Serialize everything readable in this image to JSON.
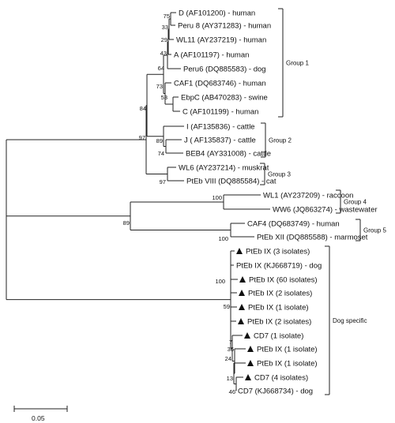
{
  "colors": {
    "ink": "#222222",
    "marker": "#111111",
    "background": "#ffffff"
  },
  "tips": [
    {
      "id": "t_d",
      "label": "D (AF101200) - human"
    },
    {
      "id": "t_peru8",
      "label": "Peru 8 (AY371283) -  human"
    },
    {
      "id": "t_wl11",
      "label": "WL11 (AY237219) - human"
    },
    {
      "id": "t_a",
      "label": "A (AF101197) - human"
    },
    {
      "id": "t_peru6",
      "label": "Peru6 (DQ885583) - dog"
    },
    {
      "id": "t_caf1",
      "label": "CAF1 (DQ683746) - human"
    },
    {
      "id": "t_ebpc",
      "label": "EbpC (AB470283) - swine"
    },
    {
      "id": "t_c",
      "label": "C (AF101199) - human"
    },
    {
      "id": "t_i",
      "label": "I (AF135836) - cattle"
    },
    {
      "id": "t_j",
      "label": "J ( AF135837) - cattle"
    },
    {
      "id": "t_beb4",
      "label": "BEB4 (AY331008) - cattle"
    },
    {
      "id": "t_wl6",
      "label": "WL6 (AY237214) - muskrat"
    },
    {
      "id": "t_ptebv8",
      "label": "PtEb VIII (DQ885584) - cat"
    },
    {
      "id": "t_wl1",
      "label": "WL1 (AY237209) - raccoon"
    },
    {
      "id": "t_wwv6",
      "label": "WW6 (JQ863274) - wastewater"
    },
    {
      "id": "t_caf4",
      "label": "CAF4 (DQ683749) - human"
    },
    {
      "id": "t_ptebxii",
      "label": "PtEb XII (DQ885588) - marmoset"
    },
    {
      "id": "t_ix3",
      "label": "PtEb IX (3 isolates)",
      "marker": true
    },
    {
      "id": "t_ixkj",
      "label": "PtEb IX (KJ668719) - dog"
    },
    {
      "id": "t_ix60",
      "label": "PtEb IX (60 isolates)",
      "marker": true
    },
    {
      "id": "t_ix2a",
      "label": "PtEb IX (2 isolates)",
      "marker": true
    },
    {
      "id": "t_ix1a",
      "label": "PtEb IX (1 isolate)",
      "marker": true
    },
    {
      "id": "t_ix2b",
      "label": "PtEb IX (2 isolates)",
      "marker": true
    },
    {
      "id": "t_cd7a",
      "label": "CD7 (1 isolate)",
      "marker": true
    },
    {
      "id": "t_ix1b",
      "label": "PtEb IX (1 isolate)",
      "marker": true
    },
    {
      "id": "t_ix1c",
      "label": "PtEb IX (1 isolate)",
      "marker": true
    },
    {
      "id": "t_cd7b",
      "label": "CD7 (4 isolates)",
      "marker": true
    },
    {
      "id": "t_cd7kj",
      "label": "CD7 (KJ668734) - dog"
    }
  ],
  "bootstrap": [
    {
      "id": "b75",
      "value": "75"
    },
    {
      "id": "b33",
      "value": "33"
    },
    {
      "id": "b29",
      "value": "29"
    },
    {
      "id": "b43",
      "value": "43"
    },
    {
      "id": "b64",
      "value": "64"
    },
    {
      "id": "b73",
      "value": "73"
    },
    {
      "id": "b53",
      "value": "53"
    },
    {
      "id": "b84",
      "value": "84"
    },
    {
      "id": "b97a",
      "value": "97"
    },
    {
      "id": "b89a",
      "value": "89"
    },
    {
      "id": "b74",
      "value": "74"
    },
    {
      "id": "b97b",
      "value": "97"
    },
    {
      "id": "b100a",
      "value": "100"
    },
    {
      "id": "b89b",
      "value": "89"
    },
    {
      "id": "b100b",
      "value": "100"
    },
    {
      "id": "b100c",
      "value": "100"
    },
    {
      "id": "b59",
      "value": "59"
    },
    {
      "id": "b7",
      "value": "7"
    },
    {
      "id": "b36",
      "value": "36"
    },
    {
      "id": "b24",
      "value": "24"
    },
    {
      "id": "b13",
      "value": "13"
    },
    {
      "id": "b46",
      "value": "46"
    }
  ],
  "groups": [
    {
      "id": "g1",
      "label": "Group 1"
    },
    {
      "id": "g2",
      "label": "Group 2"
    },
    {
      "id": "g3",
      "label": "Group 3"
    },
    {
      "id": "g4",
      "label": "Group 4"
    },
    {
      "id": "g5",
      "label": "Group 5"
    },
    {
      "id": "gds",
      "label": "Dog specific"
    }
  ],
  "scale_bar": {
    "label": "0.05"
  }
}
